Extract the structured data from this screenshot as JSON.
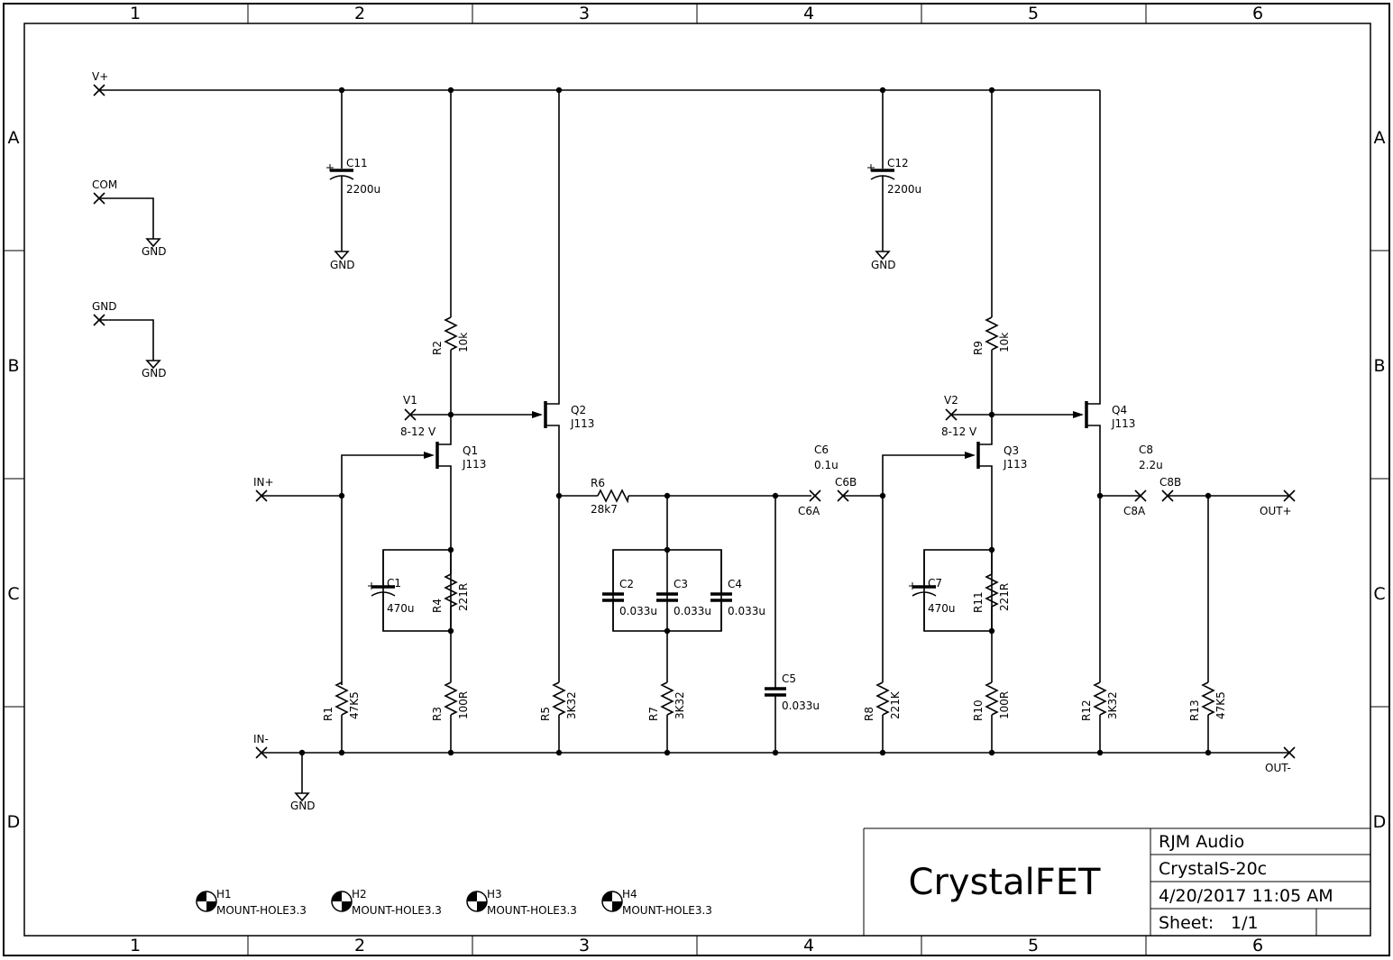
{
  "frame": {
    "columns": [
      "1",
      "2",
      "3",
      "4",
      "5",
      "6"
    ],
    "rows": [
      "A",
      "B",
      "C",
      "D"
    ]
  },
  "title_block": {
    "title": "CrystalFET",
    "company": "RJM Audio",
    "part": "CrystalS-20c",
    "datetime": "4/20/2017 11:05 AM",
    "sheet_label": "Sheet:",
    "sheet_value": "1/1"
  },
  "ports": {
    "vplus": "V+",
    "com": "COM",
    "gnd_in": "GND",
    "v1": "V1",
    "v1_val": "8-12 V",
    "v2": "V2",
    "v2_val": "8-12 V",
    "in_plus": "IN+",
    "in_minus": "IN-",
    "out_plus": "OUT+",
    "out_minus": "OUT-",
    "c6a": "C6A",
    "c6b": "C6B",
    "c8a": "C8A",
    "c8b": "C8B"
  },
  "gnd_label": "GND",
  "parts": {
    "C11": {
      "name": "C11",
      "value": "2200u"
    },
    "C12": {
      "name": "C12",
      "value": "2200u"
    },
    "C1": {
      "name": "C1",
      "value": "470u"
    },
    "C7": {
      "name": "C7",
      "value": "470u"
    },
    "C2": {
      "name": "C2",
      "value": "0.033u"
    },
    "C3": {
      "name": "C3",
      "value": "0.033u"
    },
    "C4": {
      "name": "C4",
      "value": "0.033u"
    },
    "C5": {
      "name": "C5",
      "value": "0.033u"
    },
    "C6": {
      "name": "C6",
      "value": "0.1u"
    },
    "C8": {
      "name": "C8",
      "value": "2.2u"
    },
    "R1": {
      "name": "R1",
      "value": "47K5"
    },
    "R2": {
      "name": "R2",
      "value": "10k"
    },
    "R3": {
      "name": "R3",
      "value": "100R"
    },
    "R4": {
      "name": "R4",
      "value": "221R"
    },
    "R5": {
      "name": "R5",
      "value": "3K32"
    },
    "R6": {
      "name": "R6",
      "value": "28k7"
    },
    "R7": {
      "name": "R7",
      "value": "3K32"
    },
    "R8": {
      "name": "R8",
      "value": "221K"
    },
    "R9": {
      "name": "R9",
      "value": "10k"
    },
    "R10": {
      "name": "R10",
      "value": "100R"
    },
    "R11": {
      "name": "R11",
      "value": "221R"
    },
    "R12": {
      "name": "R12",
      "value": "3K32"
    },
    "R13": {
      "name": "R13",
      "value": "47K5"
    },
    "Q1": {
      "name": "Q1",
      "value": "J113"
    },
    "Q2": {
      "name": "Q2",
      "value": "J113"
    },
    "Q3": {
      "name": "Q3",
      "value": "J113"
    },
    "Q4": {
      "name": "Q4",
      "value": "J113"
    }
  },
  "holes": [
    {
      "name": "H1",
      "value": "MOUNT-HOLE3.3"
    },
    {
      "name": "H2",
      "value": "MOUNT-HOLE3.3"
    },
    {
      "name": "H3",
      "value": "MOUNT-HOLE3.3"
    },
    {
      "name": "H4",
      "value": "MOUNT-HOLE3.3"
    }
  ]
}
